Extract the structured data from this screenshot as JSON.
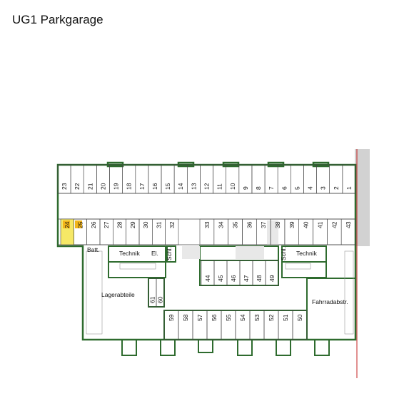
{
  "title": "UG1 Parkgarage",
  "colors": {
    "wall": "#2e6b2e",
    "line": "#444444",
    "grey_zone": "#d2d2d2",
    "highlight_dark": "#f2b51c",
    "highlight_light": "#f6e866",
    "property_line": "#c42020"
  },
  "rooms": {
    "batt": "Batt.",
    "technik_left": "Technik",
    "el": "El.",
    "schl_left": "Schl.",
    "lager": "Lagerabteile",
    "schl_right": "Schl.",
    "technik_right": "Technik",
    "fahrrad": "Fahrradabstr."
  },
  "highlighted_spaces": [
    "24",
    "25"
  ],
  "parking": {
    "top_row": [
      "23",
      "22",
      "21",
      "20",
      "19",
      "18",
      "17",
      "16",
      "15",
      "14",
      "13",
      "12",
      "11",
      "10",
      "9",
      "8",
      "7",
      "6",
      "5",
      "4",
      "3",
      "2",
      "1"
    ],
    "mid_left": [
      "24",
      "25",
      "26",
      "27",
      "28",
      "29",
      "30",
      "31",
      "32"
    ],
    "mid_right": [
      "33",
      "34",
      "35",
      "36",
      "37",
      "38",
      "39",
      "40",
      "41",
      "42",
      "43"
    ],
    "island": [
      "44",
      "45",
      "46",
      "47",
      "48",
      "49"
    ],
    "bottom_row": [
      "59",
      "58",
      "57",
      "56",
      "55",
      "54",
      "53",
      "52",
      "51",
      "50"
    ],
    "left_col": [
      "61",
      "60"
    ]
  }
}
